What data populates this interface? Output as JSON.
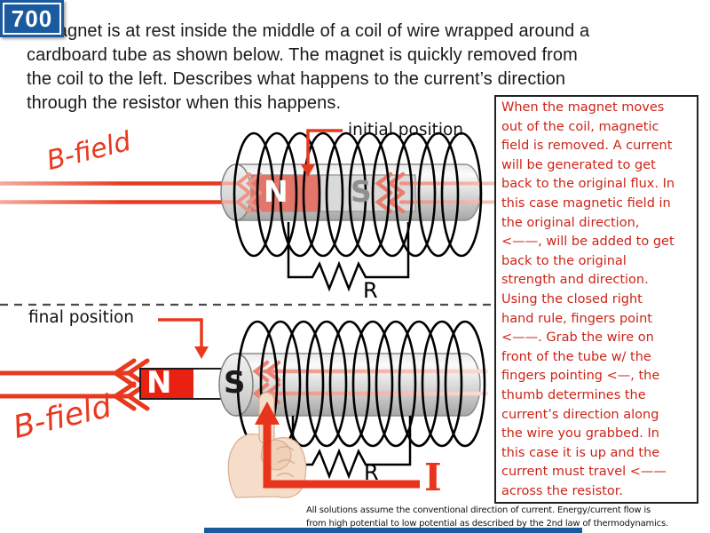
{
  "slide": {
    "badge": "700",
    "question": "A magnet is at rest inside the middle of a coil of wire wrapped around a\ncardboard tube as shown below. The magnet is quickly removed from\nthe coil to the left. Describes what happens to the current’s direction\nthrough the resistor when this happens.",
    "footnote": "All solutions assume the conventional direction of current. Energy/current flow is\nfrom high potential to low potential as described by the 2nd law of thermodynamics."
  },
  "solution_box": {
    "text": "When the magnet moves\nout of the coil, magnetic\nfield is removed. A current\nwill be generated to get\nback to the original flux. In\nthis case magnetic field in\nthe original direction,\n<——, will be added to get\nback to the original\nstrength and direction.\nUsing the closed right\nhand rule, fingers point\n<——. Grab the wire on\nfront of the tube w/ the\nfingers pointing <—, the\nthumb determines the\ncurrent’s direction along\nthe wire you grabbed. In\nthis case it is up and the\ncurrent must travel <——\nacross the resistor."
  },
  "top_diagram": {
    "b_field_label": "B-field",
    "position_label": "initial position",
    "north_label": "N",
    "south_label": "S",
    "resistor_label": "R"
  },
  "bottom_diagram": {
    "b_field_label": "B-field",
    "position_label": "final position",
    "north_label": "N",
    "south_label": "S",
    "resistor_label": "R",
    "current_label": "I"
  },
  "colors": {
    "badge_blue": "#1b5a9e",
    "field_red": "#e8391f",
    "solution_red": "#cc2418",
    "magnet_red": "#e92012",
    "faded_field_pink": "#f2a79b"
  }
}
